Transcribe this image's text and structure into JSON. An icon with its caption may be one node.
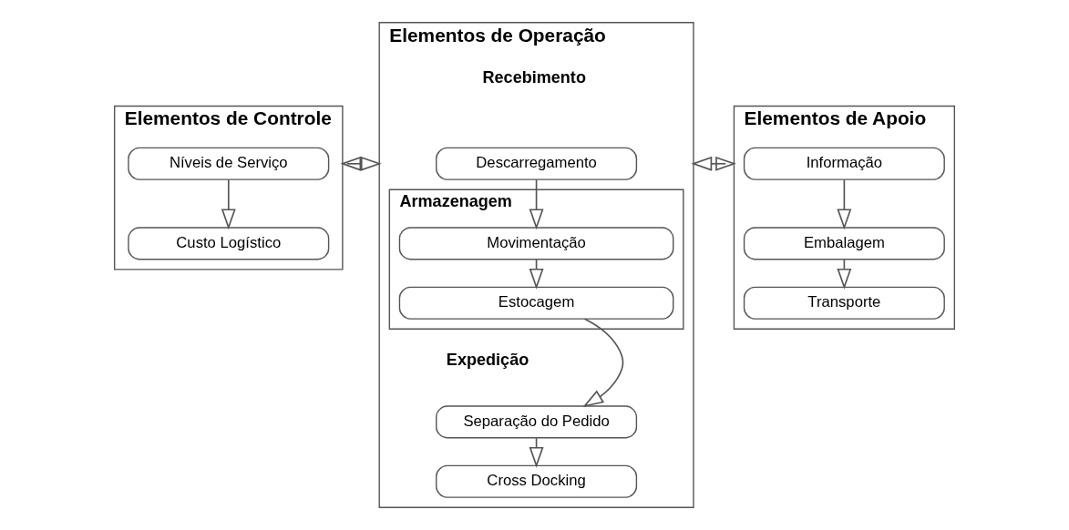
{
  "diagram": {
    "nodes": [
      {
        "text": [
          "Elementos de Controle"
        ]
      },
      {
        "text": [
          "Níveis de Serviço"
        ],
        "in": 0
      },
      {
        "text": [
          "Custo Logístico"
        ],
        "in": 0
      },
      {
        "text": [
          "Elementos de Operação"
        ]
      },
      {
        "text": [
          "Descarregamento"
        ],
        "in": 3
      },
      {
        "text": [
          "Armazenagem"
        ],
        "in": 3
      },
      {
        "text": [
          "Movimentação"
        ],
        "in": 5
      },
      {
        "text": [
          "Estocagem"
        ],
        "in": 5
      },
      {
        "text": [
          "Separação do Pedido"
        ],
        "in": 3
      },
      {
        "text": [
          "Cross Docking"
        ],
        "in": 3
      },
      {
        "text": [
          "Elementos de Apoio"
        ]
      },
      {
        "text": [
          "Informação"
        ],
        "in": 10
      },
      {
        "text": [
          "Embalagem"
        ],
        "in": 10
      },
      {
        "text": [
          "Transporte"
        ],
        "in": 10
      }
    ],
    "edges": [
      {
        "from": 1,
        "to": 2,
        "arrow": "to"
      },
      {
        "from": 0,
        "to": 3,
        "arrow": "both"
      },
      {
        "from": 4,
        "to": 6,
        "arrow": "to"
      },
      {
        "from": 6,
        "to": 7,
        "arrow": "to"
      },
      {
        "from": 7,
        "to": 8,
        "arrow": "to"
      },
      {
        "from": 8,
        "to": 9,
        "arrow": "to"
      },
      {
        "from": 3,
        "to": 10,
        "arrow": "both"
      },
      {
        "from": 11,
        "to": 12,
        "arrow": "to"
      },
      {
        "from": 12,
        "to": 13,
        "arrow": "to"
      }
    ],
    "labels": [
      "Recebimento",
      "Expedição"
    ]
  }
}
